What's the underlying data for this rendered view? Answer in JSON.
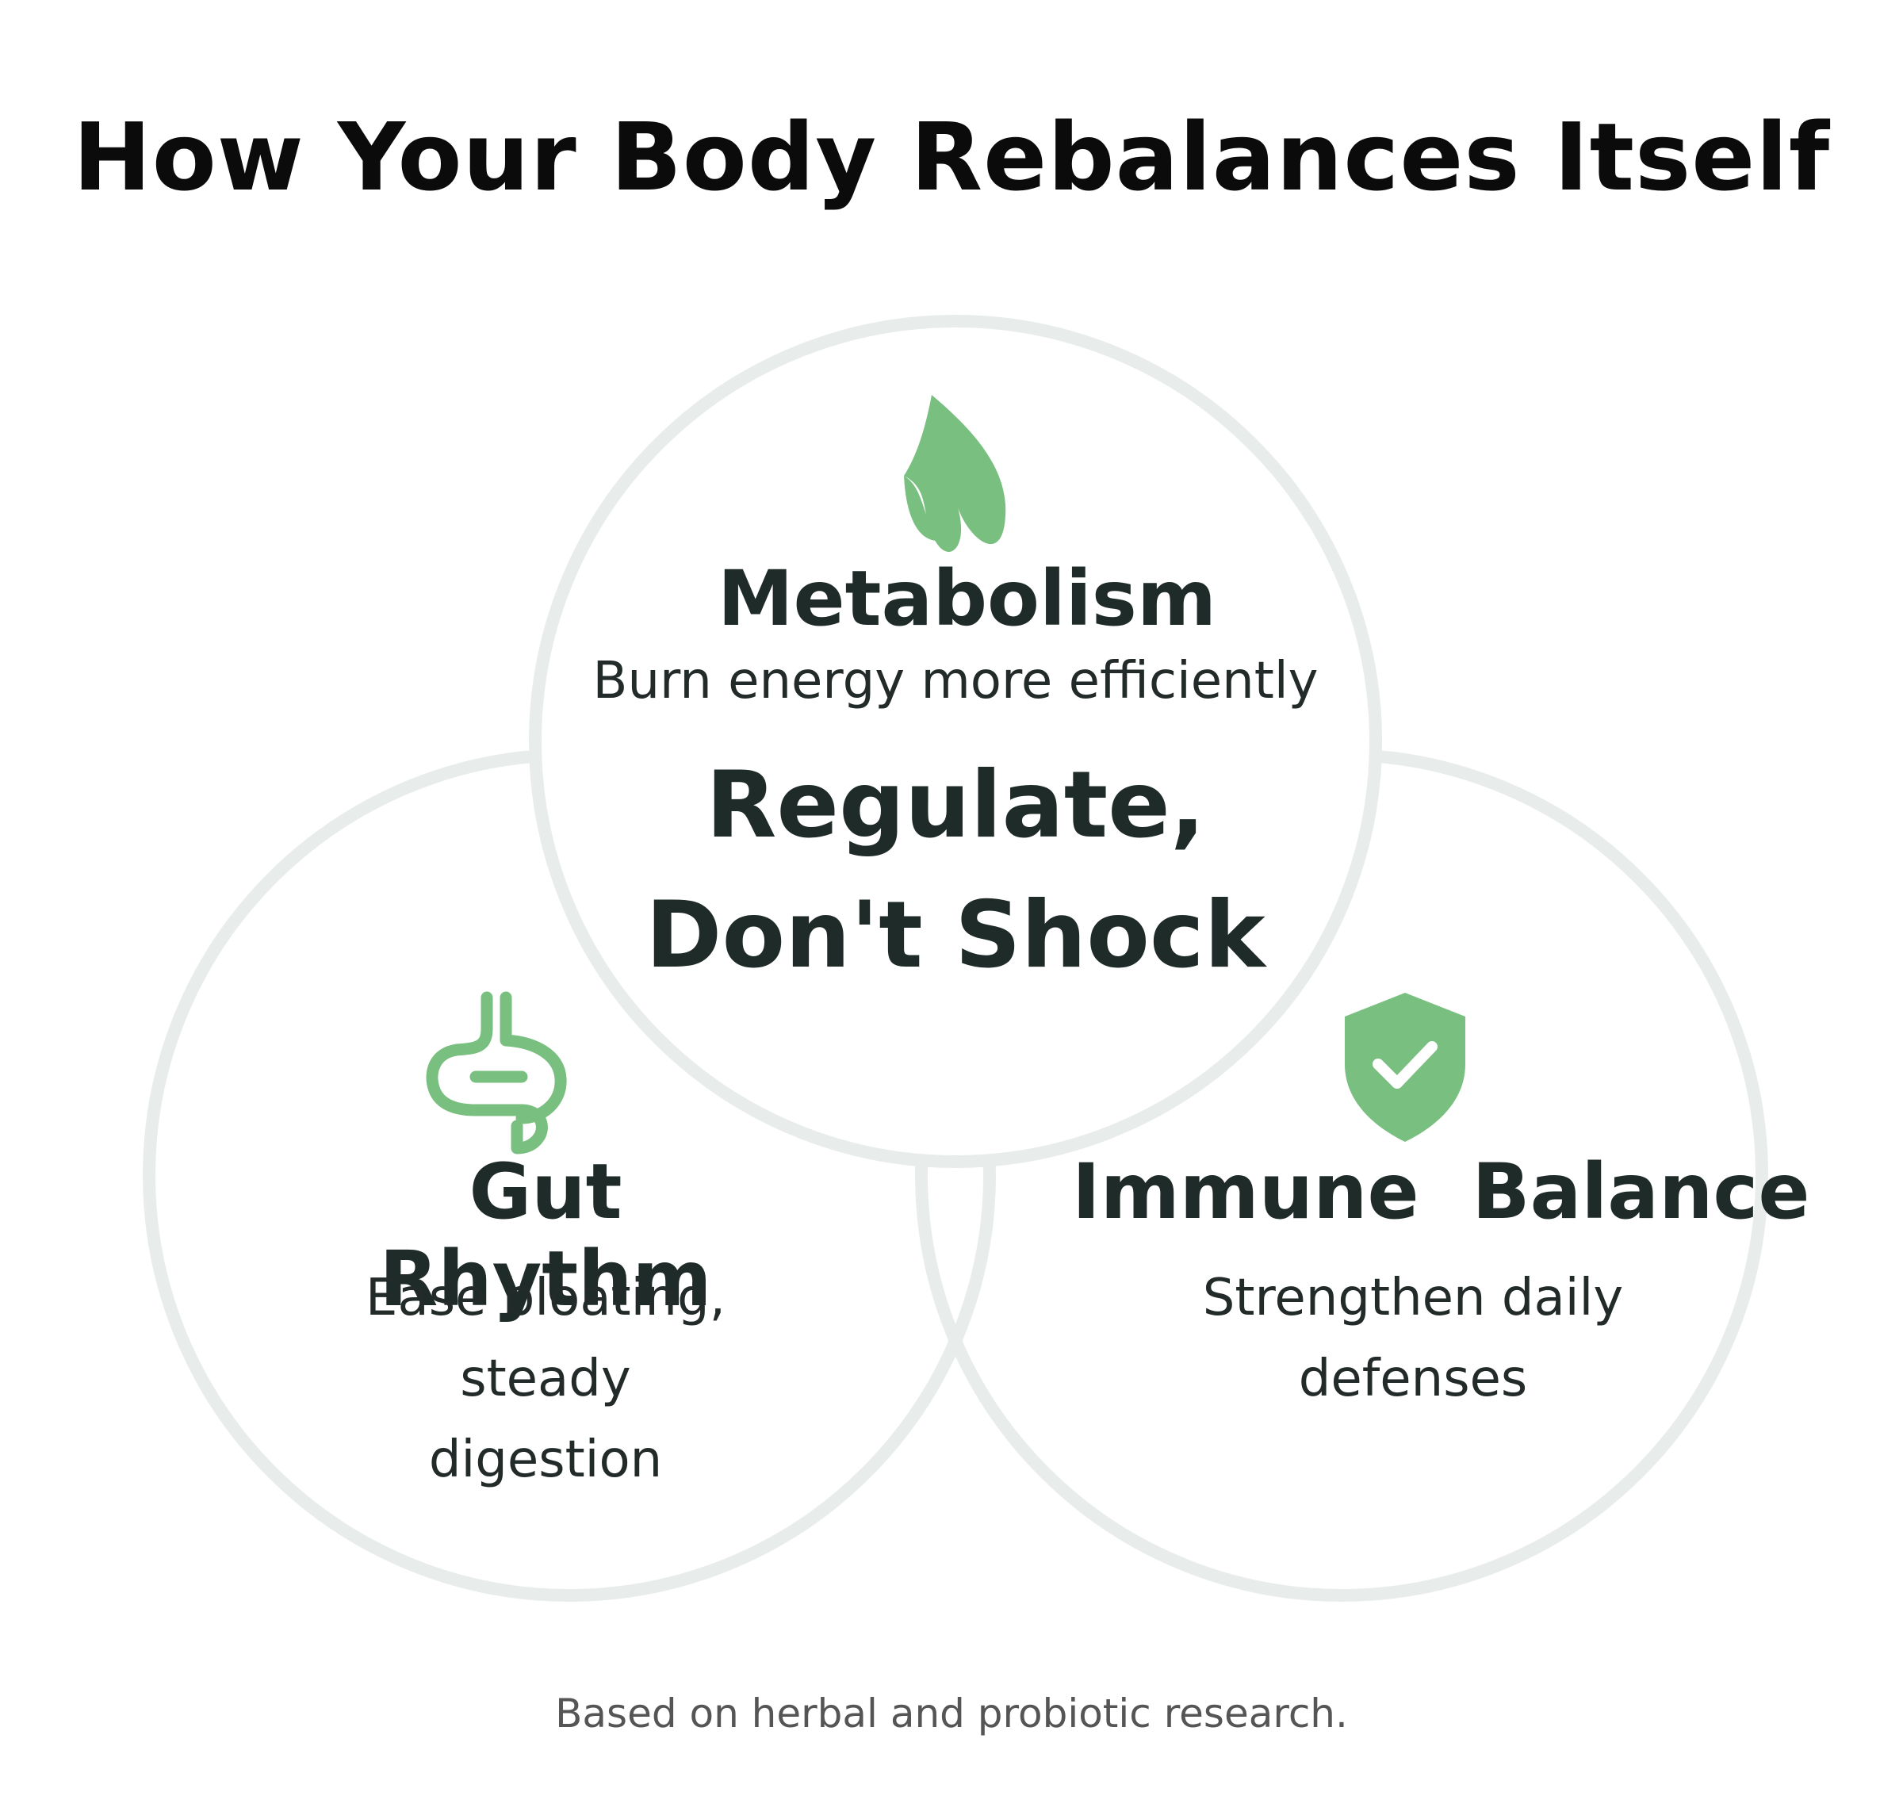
{
  "title": "How Your Body Rebalances Itself",
  "center_phrase": {
    "line1": "Regulate,",
    "line2": "Don't Shock"
  },
  "circles": [
    {
      "heading": "Metabolism",
      "description": [
        "Burn energy more efficiently"
      ],
      "icon": "flame-icon"
    },
    {
      "heading": "Gut Rhythm",
      "description": [
        "Ease bloating,",
        "steady digestion"
      ],
      "icon": "intestine-icon"
    },
    {
      "heading": "Immune  Balance",
      "description": [
        "Strengthen daily",
        "defenses"
      ],
      "icon": "shield-check-icon"
    }
  ],
  "footnote": "Based on herbal and probiotic research.",
  "colors": {
    "icon_green": "#79bf80",
    "ring_gray": "#e8ecea",
    "text_dark": "#1f2b29"
  }
}
